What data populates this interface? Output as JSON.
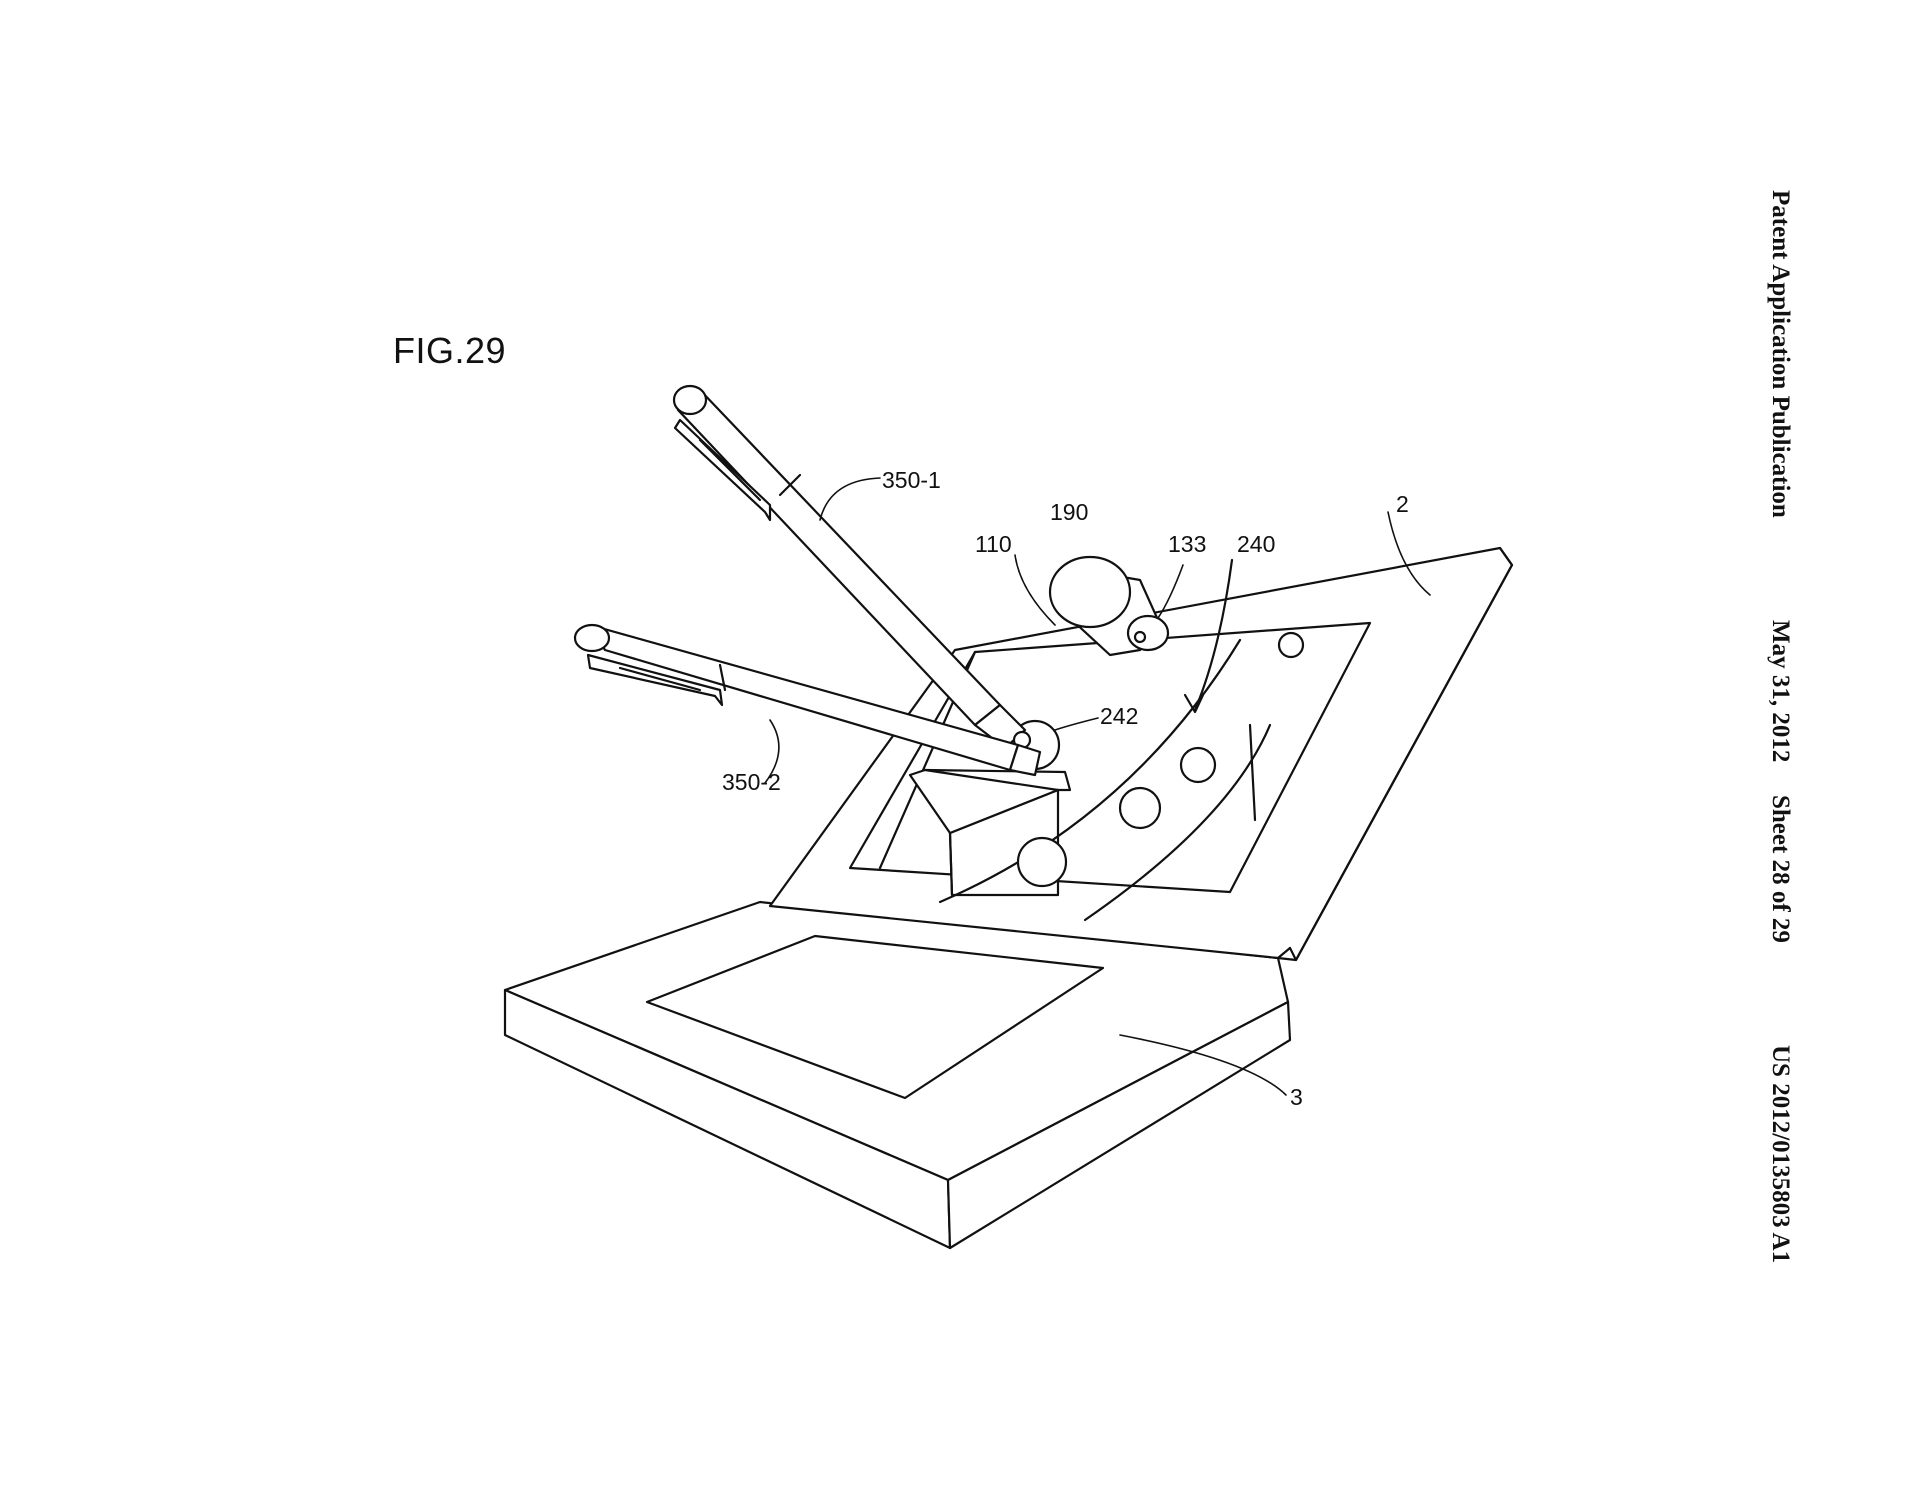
{
  "figure": {
    "label": "FIG.29"
  },
  "header": {
    "publication": "Patent Application Publication",
    "date": "May 31, 2012",
    "sheet": "Sheet 28 of 29",
    "number": "US 2012/0135803 A1"
  },
  "reference_labels": {
    "pen_1": "350-1",
    "pen_2": "350-2",
    "camera": "190",
    "upper_screen": "110",
    "lens": "133",
    "trajectory": "240",
    "upper_housing": "2",
    "object": "242",
    "lower_housing": "3"
  }
}
